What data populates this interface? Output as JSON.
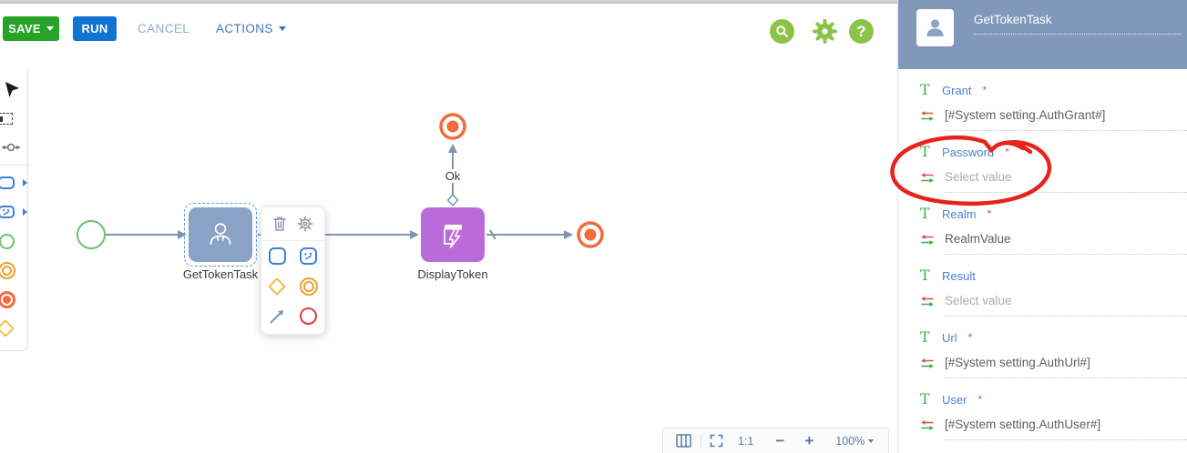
{
  "toolbar": {
    "save_label": "SAVE",
    "run_label": "RUN",
    "cancel_label": "CANCEL",
    "actions_label": "ACTIONS",
    "header_icons": [
      "search-icon",
      "settings-gear-icon",
      "help-icon"
    ]
  },
  "palette": {
    "tools": [
      "pointer-tool",
      "marquee-select-tool",
      "pan-tool",
      "task-shape",
      "action-shape",
      "start-event-shape",
      "intermediate-event-shape",
      "end-event-shape",
      "gateway-shape"
    ]
  },
  "canvas": {
    "task1_label": "GetTokenTask",
    "task2_label": "DisplayToken",
    "edge_label": "Ok",
    "events": [
      "start-event",
      "end-event-top",
      "end-event-right"
    ]
  },
  "context_menu": {
    "actions": [
      "delete",
      "settings"
    ],
    "shapes": [
      "task",
      "action",
      "gateway",
      "intermediate-event",
      "connector",
      "error-event"
    ]
  },
  "statusbar": {
    "ratio_label": "1:1",
    "zoom_out_label": "−",
    "zoom_in_label": "+",
    "zoom_label": "100%"
  },
  "panel": {
    "title": "GetTokenTask",
    "fields": [
      {
        "label": "Grant",
        "mark": "*",
        "value": "[#System setting.AuthGrant#]",
        "placeholder": false
      },
      {
        "label": "Password",
        "mark": "*",
        "value": "Select value",
        "placeholder": true,
        "annotated": true
      },
      {
        "label": "Realm",
        "mark": "*",
        "value": "RealmValue",
        "placeholder": false
      },
      {
        "label": "Result",
        "mark": "",
        "value": "Select value",
        "placeholder": true
      },
      {
        "label": "Url",
        "mark": "*",
        "value": "[#System setting.AuthUrl#]",
        "placeholder": false
      },
      {
        "label": "User",
        "mark": "*",
        "value": "[#System setting.AuthUser#]",
        "placeholder": false
      }
    ]
  },
  "colors": {
    "save_green": "#28a228",
    "run_blue": "#1173d2",
    "actions_blue": "#3e74c9",
    "header_icon_green": "#8bc34a",
    "node_blue": "#8aa2c6",
    "node_purple": "#bb6bd9",
    "event_orange": "#f26b3d",
    "event_green": "#6cc26c",
    "connector_gray_blue": "#7d94b5",
    "panel_header_blue": "#8198bb",
    "field_label_blue": "#4a82d6",
    "required_red": "#e05252",
    "type_icon_green": "#3fae49",
    "annotation_red": "#e7231b"
  }
}
